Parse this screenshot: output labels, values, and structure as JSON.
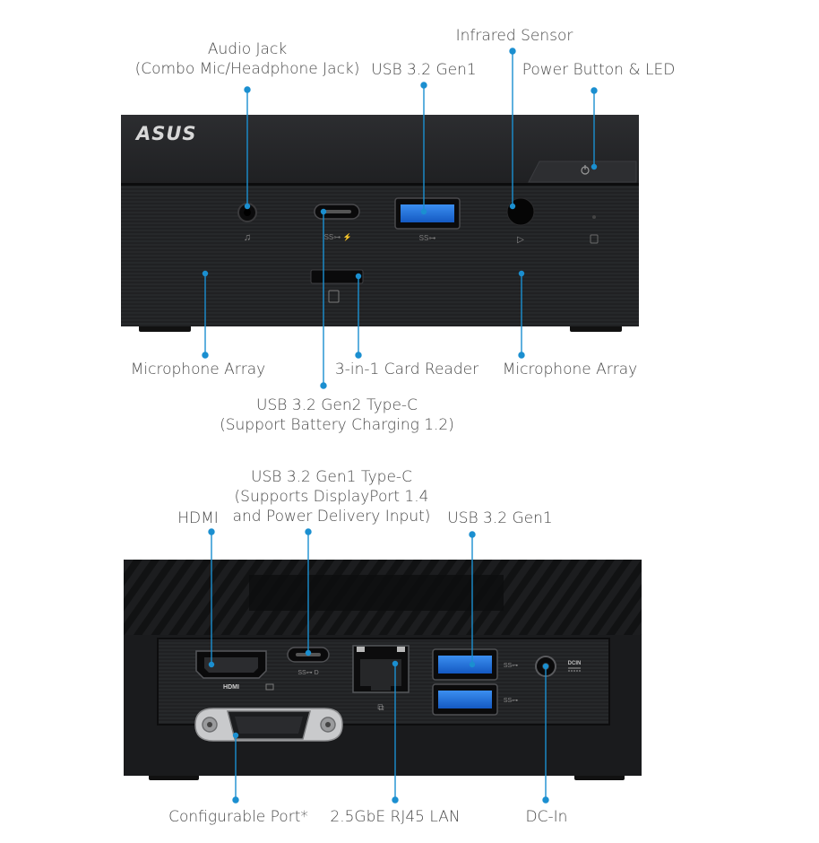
{
  "brand": "ASUS",
  "front_panel": {
    "labels": {
      "audio_jack_line1": "Audio Jack",
      "audio_jack_line2": "(Combo Mic/Headphone Jack)",
      "usb_a_front": "USB 3.2 Gen1",
      "ir_sensor": "Infrared Sensor",
      "power": "Power Button & LED",
      "mic_left": "Microphone Array",
      "card_reader": "3-in-1 Card Reader",
      "mic_right": "Microphone Array",
      "usb_c_front_line1": "USB 3.2 Gen2 Type-C",
      "usb_c_front_line2": "(Support Battery Charging 1.2)"
    }
  },
  "rear_panel": {
    "labels": {
      "hdmi": "HDMI",
      "usb_c_rear_line1": "USB 3.2 Gen1 Type-C",
      "usb_c_rear_line2": "(Supports DisplayPort 1.4",
      "usb_c_rear_line3": "and Power Delivery Input)",
      "usb_a_rear": "USB 3.2 Gen1",
      "configurable": "Configurable Port*",
      "lan": "2.5GbE RJ45 LAN",
      "dc_in": "DC-In"
    },
    "port_marks": {
      "hdmi": "HDMI",
      "dcin": "DCIN"
    }
  },
  "colors": {
    "callout": "#1b8fd0",
    "chassis": "#1e1f21",
    "label_text": "#4a4a4a",
    "usb_blue": "#1a6fd6"
  }
}
